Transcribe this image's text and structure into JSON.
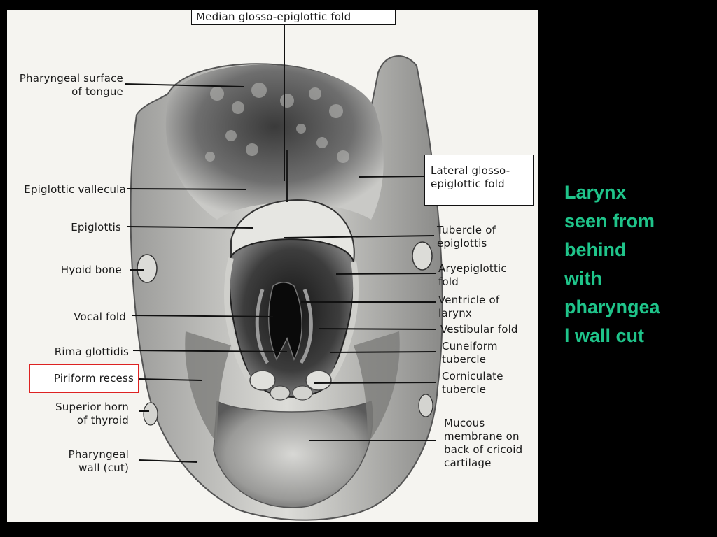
{
  "caption": "Larynx\nseen from\nbehind\nwith\npharyngea\nl wall cut",
  "colors": {
    "background": "#000000",
    "caption": "#1fc48a",
    "highlight_box": "#d22222"
  },
  "labels": {
    "median_glosso_epiglottic_fold": "Median glosso-epiglottic fold",
    "pharyngeal_surface_of_tongue": "Pharyngeal surface\nof tongue",
    "epiglottic_vallecula": "Epiglottic vallecula",
    "epiglottis": "Epiglottis",
    "hyoid_bone": "Hyoid bone",
    "vocal_fold": "Vocal fold",
    "rima_glottidis": "Rima glottidis",
    "piriform_recess": "Piriform recess",
    "superior_horn_of_thyroid": "Superior horn\nof thyroid",
    "pharyngeal_wall_cut": "Pharyngeal\nwall (cut)",
    "lateral_glosso_epiglottic_fold": "Lateral glosso-\nepiglottic fold",
    "tubercle_of_epiglottis": "Tubercle of\nepiglottis",
    "aryepiglottic_fold": "Aryepiglottic\nfold",
    "ventricle_of_larynx": "Ventricle of\nlarynx",
    "vestibular_fold": "Vestibular fold",
    "cuneiform_tubercle": "Cuneiform\ntubercle",
    "corniculate_tubercle": "Corniculate\ntubercle",
    "mucous_membrane": "Mucous\nmembrane on\nback of cricoid\ncartilage"
  }
}
